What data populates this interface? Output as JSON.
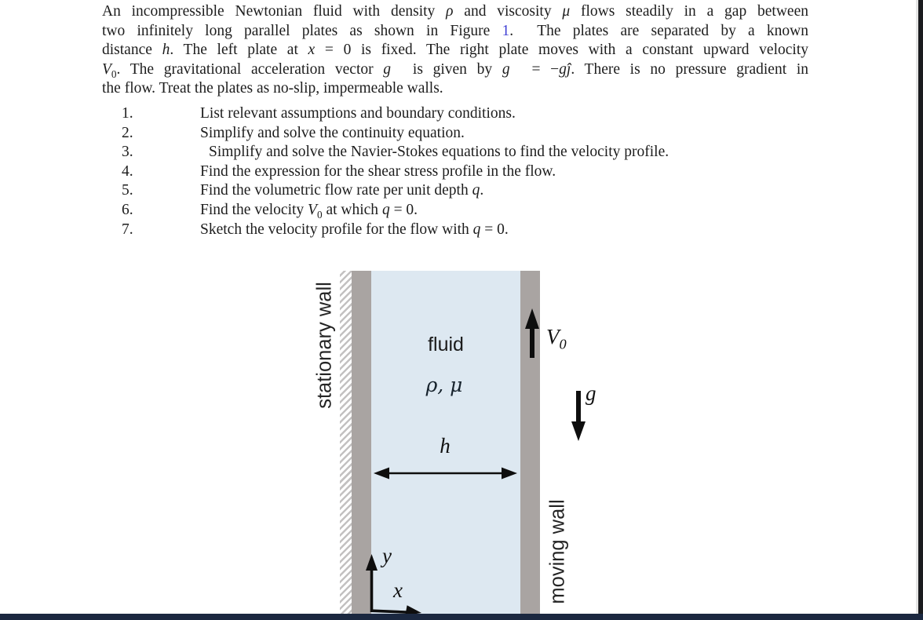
{
  "page": {
    "colors": {
      "background": "#ffffff",
      "text": "#1d1d1d",
      "link": "#4040d4",
      "bottom_bar": "#1b2840",
      "right_bar": "#1a1b1e",
      "right_bar_edge": "#e4e4e4"
    }
  },
  "problem": {
    "paragraph_lines": [
      "An incompressible Newtonian fluid with density <i>ρ</i> and viscosity <i>μ</i> flows steadily in a gap between",
      "two infinitely long parallel plates as shown in Figure <span class=link data-name=figure-1-link data-interactable=true>1</span>.&nbsp; The plates are separated by a known",
      "distance <i>h</i>. The left plate at <i>x</i> = 0 is fixed. The right plate moves with a constant upward velocity",
      "<i>V</i><sub>0</sub>. The gravitational acceleration vector <i>g⃗</i> is given by <i>g⃗</i> = −<i>g</i><i>ĵ</i>. There is no pressure gradient in",
      "the flow. Treat the plates as no-slip, impermeable walls."
    ],
    "tasks": [
      {
        "number": "1.",
        "text": "List relevant assumptions and boundary conditions."
      },
      {
        "number": "2.",
        "text": "Simplify and solve the continuity equation."
      },
      {
        "number": "3.",
        "text": "Simplify and solve the Navier-Stokes equations to find the velocity profile."
      },
      {
        "number": "4.",
        "text": "Find the expression for the shear stress profile in the flow."
      },
      {
        "number": "5.",
        "text": "Find the volumetric flow rate per unit depth <i>q</i>."
      },
      {
        "number": "6.",
        "text": "Find the velocity <i>V</i><sub>0</sub> at which <i>q</i> = 0."
      },
      {
        "number": "7.",
        "text": "Sketch the velocity profile for the flow with <i>q</i> = 0."
      }
    ]
  },
  "figure": {
    "colors": {
      "plate": "#a9a4a2",
      "fluid": "#dde8f1",
      "hatch": "#c3c1c1",
      "arrow": "#0e0e0e"
    },
    "labels": {
      "stationary_wall": "stationary wall",
      "moving_wall": "moving wall",
      "fluid": "fluid",
      "fluid_properties": "ρ, μ",
      "plate_velocity_html": "V<sub>0</sub>",
      "gravity": "g",
      "gap_width": "h",
      "axis_y": "y",
      "axis_x": "x"
    }
  }
}
